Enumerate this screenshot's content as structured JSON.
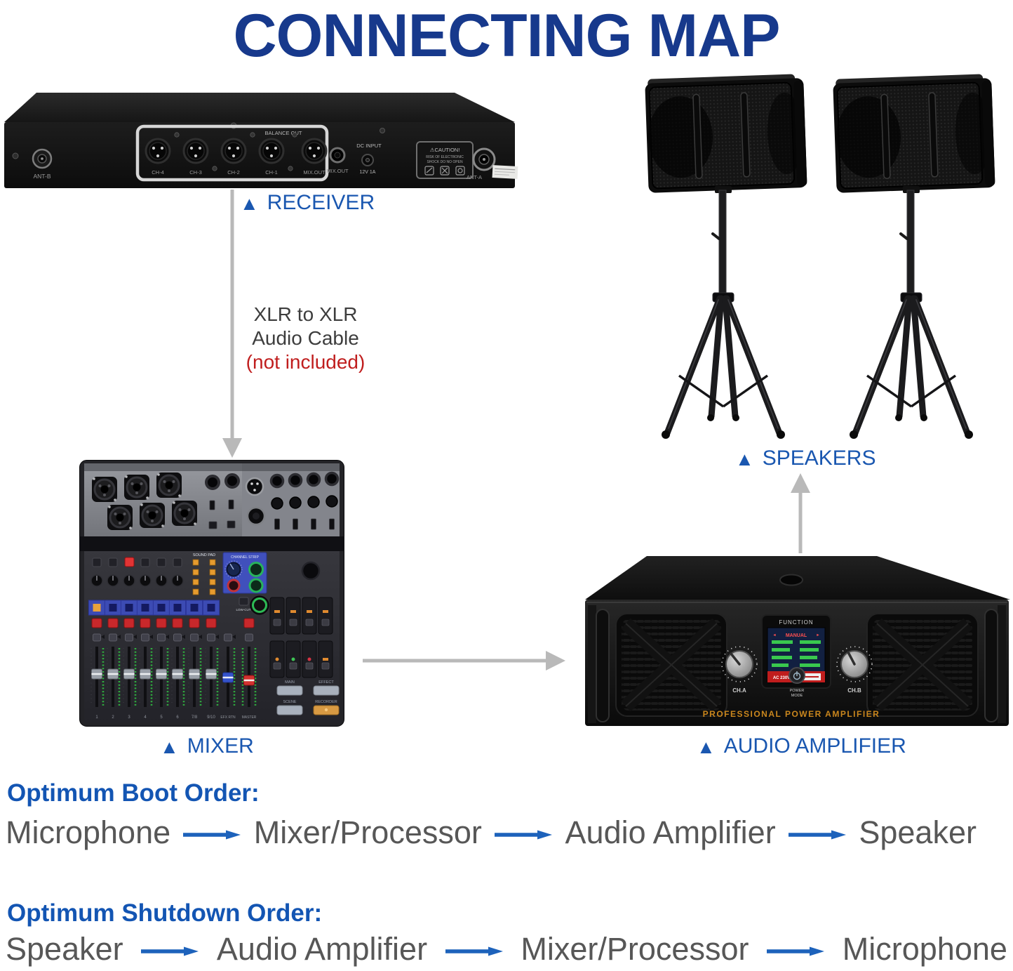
{
  "title": "CONNECTING MAP",
  "marker": "▲",
  "devices": {
    "receiver": {
      "label": "RECEIVER",
      "panel": {
        "ant_b": "ANT-B",
        "balance_out": "BALANCE OUT",
        "outputs": [
          "CH-4",
          "CH-3",
          "CH-2",
          "CH-1",
          "MIX.OUT"
        ],
        "mix_out_jack": "MIX.OUT",
        "dc_input": "DC INPUT",
        "dc_spec": "12V 1A",
        "caution_title": "⚠CAUTION!",
        "caution_line1": "RISK OF ELECTRONIC",
        "caution_line2": "SHOCK DO NO OPEN",
        "ant_a": "ANT-A"
      }
    },
    "speakers": {
      "label": "SPEAKERS"
    },
    "mixer": {
      "label": "MIXER",
      "panel": {
        "sound_pad": "SOUND PAD",
        "channel_strip": "CHANNEL STRIP",
        "low_cut": "LOW-CUT",
        "channels": [
          "1",
          "2",
          "3",
          "4",
          "5",
          "6",
          "7/8",
          "9/10"
        ],
        "efx_rtn": "EFX RTN",
        "master": "MASTER",
        "buttons": [
          "MAIN",
          "EFFECT",
          "SCENE",
          "RECORDER"
        ]
      }
    },
    "amplifier": {
      "label": "AUDIO AMPLIFIER",
      "panel": {
        "function": "FUNCTION",
        "manual": "MANUAL",
        "ac": "AC 230V",
        "ch_a": "CH.A",
        "ch_b": "CH.B",
        "power_line1": "POWER",
        "power_line2": "MODE",
        "brand": "PROFESSIONAL POWER AMPLIFIER"
      }
    }
  },
  "cable_note": {
    "line1": "XLR to XLR",
    "line2": "Audio Cable",
    "line3": "(not included)"
  },
  "boot_order": {
    "heading": "Optimum Boot Order:",
    "steps": [
      "Microphone",
      "Mixer/Processor",
      "Audio Amplifier",
      "Speaker"
    ]
  },
  "shutdown_order": {
    "heading": "Optimum Shutdown Order:",
    "steps": [
      "Speaker",
      "Audio Amplifier",
      "Mixer/Processor",
      "Microphone"
    ]
  },
  "colors": {
    "title_blue": "#17398c",
    "label_blue": "#1a57b0",
    "heading_blue": "#1355b3",
    "step_gray": "#575757",
    "note_red": "#c01e1e",
    "arrow_gray": "#b9b9b9",
    "arrow_blue": "#1d62bb"
  }
}
